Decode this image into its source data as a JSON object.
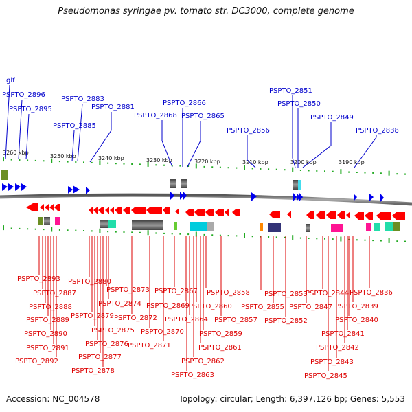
{
  "title": "Pseudomonas syringae pv. tomato str. DC3000, complete genome",
  "accession": "Accession: NC_004578",
  "topology": "Topology: circular; Length: 6,397,126 bp; Genes: 5,553",
  "scale_labels": [
    "3260 kbp",
    "3250 kbp",
    "3240 kbp",
    "3230 kbp",
    "3220 kbp",
    "3210 kbp",
    "3200 kbp",
    "3190 kbp"
  ],
  "top_genes": [
    "glf",
    "PSPTO_2896",
    "PSPTO_2895",
    "PSPTO_2883",
    "PSPTO_2881",
    "PSPTO_2885",
    "PSPTO_2866",
    "PSPTO_2868",
    "PSPTO_2865",
    "PSPTO_2851",
    "PSPTO_2850",
    "PSPTO_2856",
    "PSPTO_2849",
    "PSPTO_2838"
  ],
  "bottom_genes": [
    "PSPTO_2893",
    "PSPTO_2887",
    "PSPTO_2888",
    "PSPTO_2889",
    "PSPTO_2890",
    "PSPTO_2891",
    "PSPTO_2892",
    "PSPTO_2880",
    "PSPTO_2879",
    "PSPTO_2875",
    "PSPTO_2876",
    "PSPTO_2877",
    "PSPTO_2878",
    "PSPTO_2873",
    "PSPTO_2874",
    "PSPTO_2872",
    "PSPTO_2870",
    "PSPTO_2871",
    "PSPTO_2867",
    "PSPTO_2869",
    "PSPTO_2864",
    "PSPTO_2860",
    "PSPTO_2858",
    "PSPTO_2857",
    "PSPTO_2859",
    "PSPTO_2861",
    "PSPTO_2862",
    "PSPTO_2863",
    "PSPTO_2853",
    "PSPTO_2855",
    "PSPTO_2852",
    "PSPTO_2844",
    "PSPTO_2847",
    "PSPTO_2836",
    "PSPTO_2839",
    "PSPTO_2840",
    "PSPTO_2841",
    "PSPTO_2842",
    "PSPTO_2843",
    "PSPTO_2845"
  ],
  "colors": {
    "forward": "#0000ee",
    "reverse": "#ff0000",
    "backbone": "#777777",
    "ticks": "#22aa22"
  }
}
